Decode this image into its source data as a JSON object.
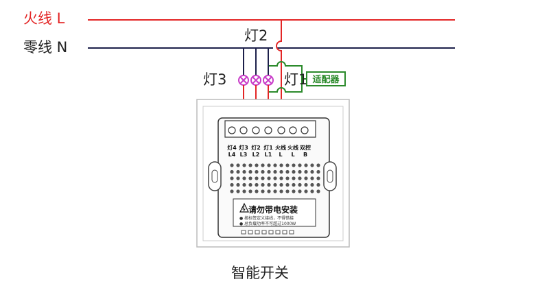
{
  "wires": {
    "live_label": "火线 L",
    "neutral_label": "零线 N",
    "live_color": "#e32525",
    "neutral_color": "#1c1f4a",
    "lamp_color": "#c83cc8",
    "adapter_color": "#2b8a2b"
  },
  "lamps": [
    {
      "label": "灯2"
    },
    {
      "label": "灯3"
    },
    {
      "label": "灯1"
    }
  ],
  "adapter": {
    "label": "适配器"
  },
  "terminals": [
    {
      "cn": "灯4",
      "en": "L4"
    },
    {
      "cn": "灯3",
      "en": "L3"
    },
    {
      "cn": "灯2",
      "en": "L2"
    },
    {
      "cn": "灯1",
      "en": "L1"
    },
    {
      "cn": "火线",
      "en": "L"
    },
    {
      "cn": "火线",
      "en": "L"
    },
    {
      "cn": "双控",
      "en": "B"
    }
  ],
  "warning": {
    "title": "请勿带电安装",
    "lines": [
      "● 按标签定义接线，不得错接",
      "● 总负载功率不可超过1000W"
    ]
  },
  "caption": "智能开关"
}
